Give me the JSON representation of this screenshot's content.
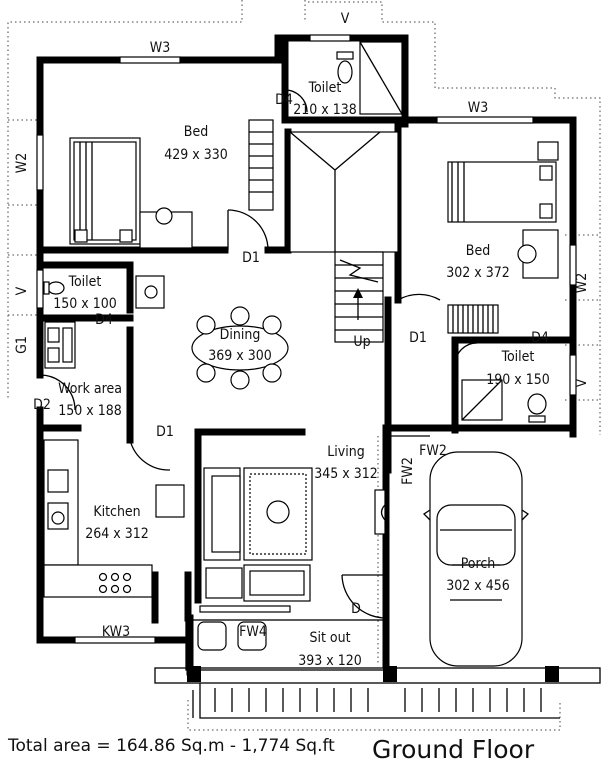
{
  "rooms": {
    "bed1": {
      "name": "Bed",
      "size": "429 x 330"
    },
    "toilet1": {
      "name": "Toilet",
      "size": "210 x 138"
    },
    "bed2": {
      "name": "Bed",
      "size": "302 x 372"
    },
    "toilet2": {
      "name": "Toilet",
      "size": "150 x 100"
    },
    "dining": {
      "name": "Dining",
      "size": "369 x 300"
    },
    "toilet3": {
      "name": "Toilet",
      "size": "190 x 150"
    },
    "work_area": {
      "name": "Work area",
      "size": "150 x 188"
    },
    "living": {
      "name": "Living",
      "size": "345 x 312"
    },
    "kitchen": {
      "name": "Kitchen",
      "size": "264 x 312"
    },
    "porch": {
      "name": "Porch",
      "size": "302 x 456"
    },
    "sit_out": {
      "name": "Sit out",
      "size": "393 x 120"
    }
  },
  "marks": {
    "w3_top": "W3",
    "v_top": "V",
    "w3_right": "W3",
    "w2_left": "W2",
    "v_left": "V",
    "g1": "G1",
    "d2": "D2",
    "d4_toilet1": "D4",
    "d4_toilet2": "D4",
    "d4_toilet3": "D4",
    "d1_bed1": "D1",
    "d1_bed2": "D1",
    "d1_kitchen": "D1",
    "w2_right": "W2",
    "v_right": "V",
    "fw2_a": "FW2",
    "fw2_b": "FW2",
    "d_main": "D",
    "fw4": "FW4",
    "kw3": "KW3",
    "up": "Up"
  },
  "footer": {
    "total_area": "Total area = 164.86 Sq.m - 1,774 Sq.ft",
    "floor_title": "Ground Floor"
  }
}
